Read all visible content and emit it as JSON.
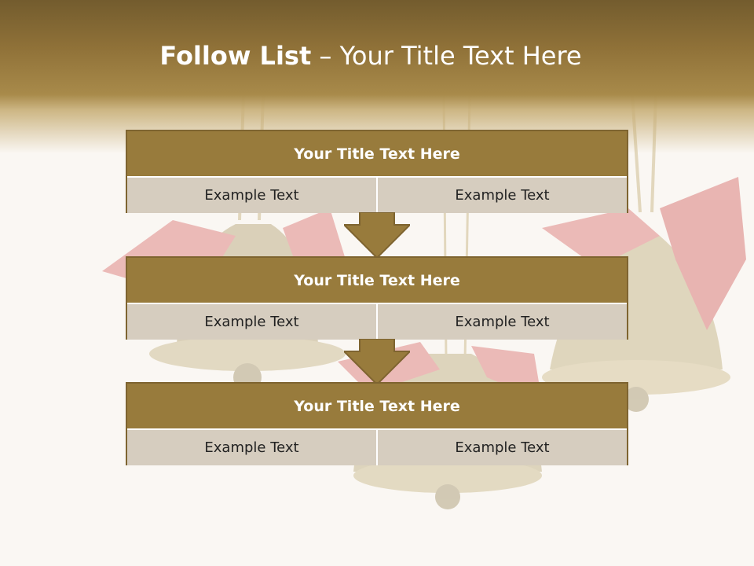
{
  "header": {
    "title_bold": "Follow List",
    "title_rest": " – Your Title Text Here"
  },
  "steps": [
    {
      "title": "Your Title Text Here",
      "left": "Example Text",
      "right": "Example Text"
    },
    {
      "title": "Your Title Text Here",
      "left": "Example Text",
      "right": "Example Text"
    },
    {
      "title": "Your Title Text Here",
      "left": "Example Text",
      "right": "Example Text"
    }
  ],
  "colors": {
    "accent": "#987b3c",
    "cell_bg": "#d6cdbf",
    "header_dark": "#735c2e",
    "bell_gold": "#b8a36a",
    "ribbon_red": "#d85a5a"
  },
  "background_image": "christmas-bells-icon"
}
